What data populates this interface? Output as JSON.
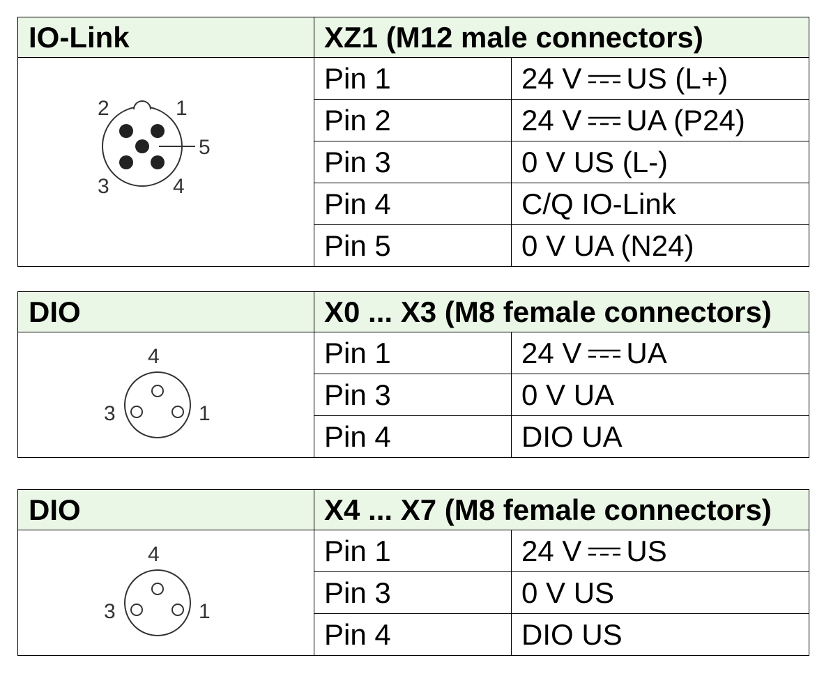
{
  "tables": [
    {
      "left_title": "IO-Link",
      "right_title": "XZ1 (M12 male connectors)",
      "connector_labels": [
        "2",
        "1",
        "5",
        "3",
        "4"
      ],
      "rows": [
        {
          "pin": "Pin 1",
          "before": "24 V",
          "dc": true,
          "after": "US (L+)"
        },
        {
          "pin": "Pin 2",
          "before": "24 V",
          "dc": true,
          "after": "UA (P24)"
        },
        {
          "pin": "Pin 3",
          "before": "0 V US (L-)",
          "dc": false,
          "after": ""
        },
        {
          "pin": "Pin 4",
          "before": "C/Q IO-Link",
          "dc": false,
          "after": ""
        },
        {
          "pin": "Pin 5",
          "before": "0 V UA (N24)",
          "dc": false,
          "after": ""
        }
      ]
    },
    {
      "left_title": "DIO",
      "right_title": "X0 ... X3 (M8 female connectors)",
      "connector_labels": [
        "4",
        "3",
        "1"
      ],
      "rows": [
        {
          "pin": "Pin 1",
          "before": "24 V",
          "dc": true,
          "after": "UA"
        },
        {
          "pin": "Pin 3",
          "before": "0 V UA",
          "dc": false,
          "after": ""
        },
        {
          "pin": "Pin 4",
          "before": "DIO UA",
          "dc": false,
          "after": ""
        }
      ]
    },
    {
      "left_title": "DIO",
      "right_title": "X4 ... X7 (M8 female connectors)",
      "connector_labels": [
        "4",
        "3",
        "1"
      ],
      "rows": [
        {
          "pin": "Pin 1",
          "before": "24 V",
          "dc": true,
          "after": "US"
        },
        {
          "pin": "Pin 3",
          "before": "0 V US",
          "dc": false,
          "after": ""
        },
        {
          "pin": "Pin 4",
          "before": "DIO US",
          "dc": false,
          "after": ""
        }
      ]
    }
  ],
  "colors": {
    "header_background": "#eaf6e6",
    "border": "#000000",
    "connector_stroke": "#333333"
  },
  "icons": {
    "dc_symbol": "dc-voltage-icon",
    "m12_connector": "m12-male-connector-icon",
    "m8_connector": "m8-female-connector-icon"
  }
}
